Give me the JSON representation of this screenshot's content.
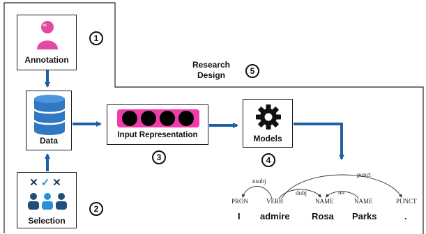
{
  "stages": {
    "annotation": {
      "label": "Annotation",
      "number": "1"
    },
    "selection": {
      "label": "Selection",
      "number": "2",
      "marks": [
        "✕",
        "✓",
        "✕"
      ]
    },
    "data": {
      "label": "Data"
    },
    "input_representation": {
      "label": "Input Representation",
      "number": "3"
    },
    "models": {
      "label": "Models",
      "number": "4"
    },
    "research_design": {
      "label_line1": "Research",
      "label_line2": "Design",
      "number": "5"
    }
  },
  "parse": {
    "tokens": [
      {
        "word": "I",
        "tag": "PRON"
      },
      {
        "word": "admire",
        "tag": "VERB"
      },
      {
        "word": "Rosa",
        "tag": "NAME"
      },
      {
        "word": "Parks",
        "tag": "NAME"
      },
      {
        "word": ".",
        "tag": "PUNCT"
      }
    ],
    "arcs": [
      {
        "label": "nsubj"
      },
      {
        "label": "dobj"
      },
      {
        "label": "nn"
      },
      {
        "label": "punct"
      }
    ]
  },
  "colors": {
    "arrow": "#1f5fa8",
    "annotation_icon": "#e04aa6",
    "input_bar": "#f03ca8",
    "selection_check": "#2a8fd8",
    "selection_person": "#1f4f7a",
    "database": "#2f78c4"
  }
}
